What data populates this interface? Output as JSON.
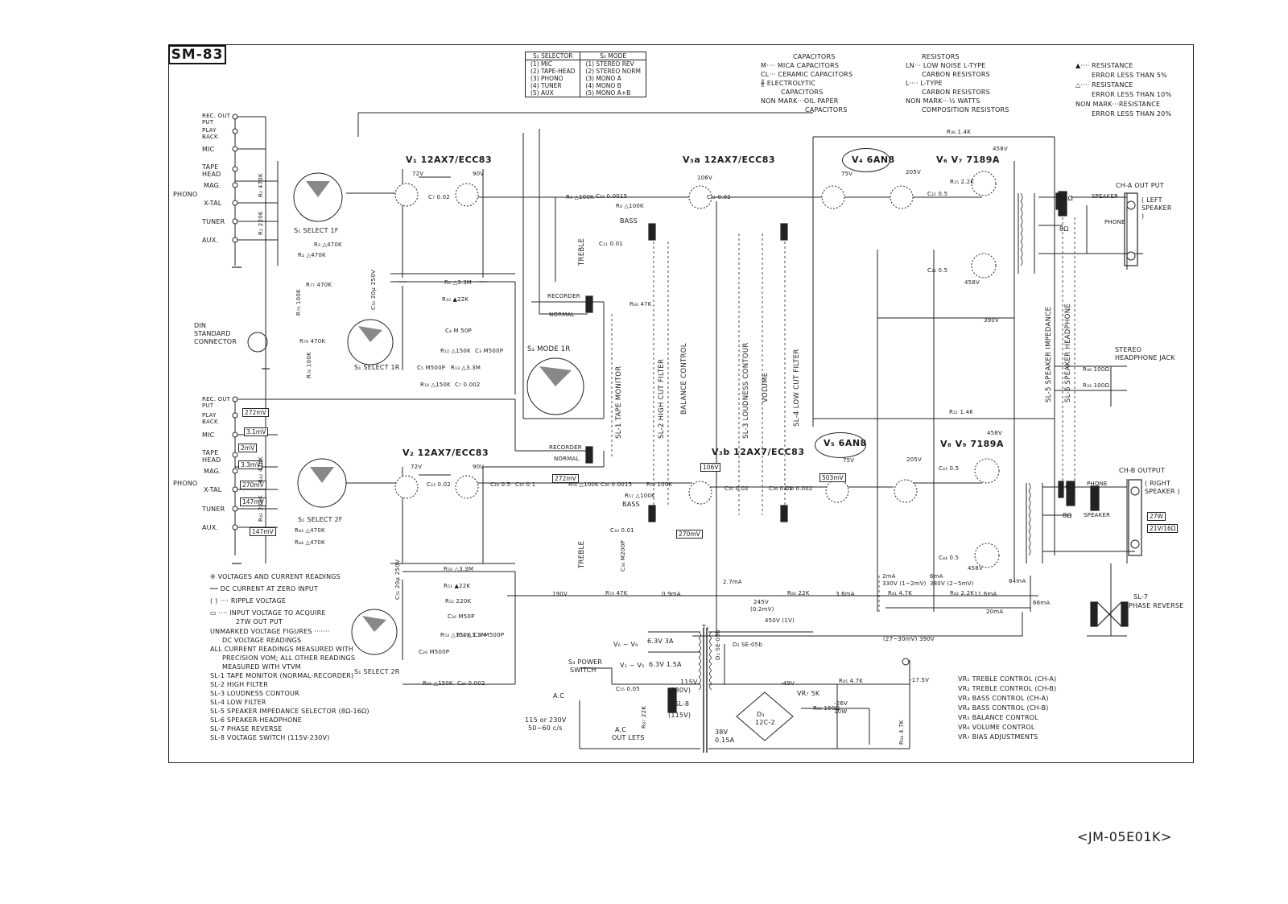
{
  "model": "SM-83",
  "doc_code": "<JM-05E01K>",
  "selector_table": {
    "s1_header": "S₁ SELECTOR",
    "s2_header": "S₂ MODE",
    "s1_items": [
      "(1)  MIC",
      "(2)  TAPE-HEAD",
      "(3)  PHONO",
      "(4)  TUNER",
      "(5)  AUX"
    ],
    "s2_items": [
      "(1)  STEREO  REV",
      "(2)  STEREO  NORM",
      "(3)  MONO  A",
      "(4)  MONO  B",
      "(5)  MONO  A+B"
    ]
  },
  "legend_capacitors": [
    "CAPACITORS",
    "M···· MICA CAPACITORS",
    "CL··· CERAMIC CAPACITORS",
    "ELECTROLYTIC",
    "CAPACITORS",
    "NON MARK···OIL PAPER",
    "CAPACITORS"
  ],
  "legend_resistors": [
    "RESISTORS",
    "LN··· LOW NOISE    L-TYPE",
    "CARBON RESISTORS",
    "L···· L-TYPE",
    "CARBON RESISTORS",
    "NON MARK···½ WATTS",
    "COMPOSITION RESISTORS"
  ],
  "legend_tolerance": [
    "▲···· RESISTANCE",
    "ERROR LESS THAN 5%",
    "△···· RESISTANCE",
    "ERROR LESS THAN 10%",
    "NON MARK···RESISTANCE",
    "ERROR LESS THAN 20%"
  ],
  "inputs_a": [
    "REC. OUT PUT",
    "PLAY BACK",
    "MIC",
    "TAPE HEAD",
    "MAG.",
    "X-TAL",
    "TUNER",
    "AUX."
  ],
  "inputs_b": [
    "REC. OUT PUT",
    "PLAY BACK",
    "MIC",
    "TAPE HEAD",
    "MAG.",
    "X-TAL",
    "TUNER",
    "AUX."
  ],
  "phono": "PHONO",
  "din": [
    "DIN",
    "STANDARD",
    "CONNECTOR"
  ],
  "tubes": {
    "v1": "V₁ 12AX7/ECC83",
    "v2": "V₂ 12AX7/ECC83",
    "v3a": "V₃a 12AX7/ECC83",
    "v3b": "V₃b 12AX7/ECC83",
    "v4": "V₄ 6AN8",
    "v5": "V₅ 6AN8",
    "v67": "V₆ V₇ 7189A",
    "v89": "V₈ V₉ 7189A"
  },
  "switch_labels": {
    "s1_select_1f": "S₁ SELECT 1F",
    "s1_select_1r": "S₁ SELECT 1R",
    "s1_select_2f": "S₁ SELECT 2F",
    "s1_select_2r": "S₁ SELECT 2R",
    "s2_mode_1r": "S₂ MODE 1R",
    "recorder": "RECORDER",
    "normal": "NORMAL",
    "recorder_b": "RECORDER",
    "normal_b": "NORMAL"
  },
  "vertical_labels": [
    "SL-1 TAPE MONITOR",
    "SL-2 HIGH CUT FILTER",
    "BALANCE CONTROL",
    "SL-3 LOUDNESS CONTOUR",
    "VOLUME",
    "SL-4 LOW CUT FILTER",
    "SL-5 SPEAKER IMPEDANCE",
    "SL-6 SPEAKER HEADPHONE"
  ],
  "controls_a": [
    "TREBLE",
    "BASS"
  ],
  "controls_b": [
    "TREBLE",
    "BASS"
  ],
  "outputs": {
    "cha": "CH-A OUT PUT",
    "left": "( LEFT SPEAKER )",
    "chb": "CH-B  OUTPUT",
    "right": "( RIGHT SPEAKER )",
    "speaker_a": "SPEAKER",
    "phone_a": "PHONE",
    "speaker_b": "SPEAKER",
    "phone_b": "PHONE",
    "headphone": [
      "STEREO",
      "HEADPHONE JACK"
    ],
    "ohm16a": "16Ω",
    "ohm8a": "8Ω",
    "ohm16b": "16Ω",
    "ohm8b": "8Ω",
    "watts": "27W",
    "volts": "21V/16Ω",
    "sl7": [
      "SL-7",
      "PHASE REVERSE"
    ]
  },
  "voltages": [
    "72V",
    "90V",
    "106V",
    "75V",
    "205V",
    "458V",
    "458V",
    "390V",
    "72V",
    "90V",
    "106V",
    "75V",
    "205V",
    "458V",
    "458V",
    "190V",
    "245V",
    "(0.2mV)",
    "450V (1V)",
    "(27~30mV) 390V",
    "-17.5V",
    "-49V",
    "-26V",
    "10W"
  ],
  "currents": [
    "2.7mA",
    "0.9mA",
    "3.6mA",
    "2mA",
    "330V (1~2mV)",
    "6mA",
    "380V (2~5mV)",
    "84mA",
    "66mA",
    "11.6mA",
    "20mA"
  ],
  "input_voltages": [
    "272mV",
    "3.1mV",
    "2mV",
    "3.3mV",
    "270mV",
    "147mV",
    "147mV",
    "272mV",
    "270mV",
    "503mV"
  ],
  "resistors_a": [
    "R₃₆ 1.4K",
    "R₁₅ 2.2K",
    "R₂ 470K",
    "R₁ 220K",
    "R₃ △470K",
    "R₄ △470K",
    "R₇₇ 470K",
    "R₆ △3.3M",
    "R₁₀ ▲22K",
    "R₁₂ △150K",
    "R₁₃ △3.3M",
    "R₁₄ △150K",
    "R₇₈ 470K",
    "R₇₉ 100K",
    "R₇₆ 100K",
    "R₉ △100K",
    "R₈ △100K",
    "R₃₀ 47K",
    "R₂₁ 1.4K"
  ],
  "resistors_b": [
    "R₄₂ 470K",
    "R₄₁ 220K",
    "R₄₃ △470K",
    "R₄₄ △470K",
    "R₅₀ △3.3M",
    "R₅₁ ▲22K",
    "R₅₂ 220K",
    "R₅₃ △150K",
    "R₅₄ △3.3M",
    "R₅₅ △150K",
    "R₅₆ △100K",
    "R₅₇ △100K",
    "R₅₈ 100K",
    "R₇₉ 47K",
    "R₈₀ 22K",
    "R₈₁ 4.7K",
    "R₈₂ 2.2K",
    "R₈₅ 4.7K",
    "R₈₆ 150Ω",
    "R₈₄ 4.7K",
    "R₃₈ 100Ω",
    "R₃₃ 100Ω"
  ],
  "capacitors": [
    "C₇ 0.02",
    "C₁₀ 0.0015",
    "C₁₁ 0.01",
    "C₁₂ 0.02",
    "C₃ M500P",
    "C₄ M 50P",
    "C₅ M500P",
    "C₇ 0.002",
    "C₅₀ 20μ 250V",
    "C₂₁ 0.5",
    "C₂₂ 0.5",
    "C₂₃ 0.02",
    "C₂₄ 0.5",
    "C₂₅ 0.1",
    "C₂₆ M50P",
    "C₂₇ M500P",
    "C₂₈ M500P",
    "C₂₉ 0.002",
    "C₃₀ 0.0015",
    "C₃₃ 0.01",
    "C₃₄ M200P",
    "C₃₅ 0.02",
    "C₃₈ 0.01",
    "C₃₉ 0.002",
    "C₄₃ 0.5",
    "C₄₄ 0.5",
    "C₅₁ 20μ 250V"
  ],
  "notes": [
    "※ VOLTAGES AND CURRENT READINGS",
    "┅┅ DC CURRENT AT ZERO INPUT",
    "( ) ···· RIPPLE VOLTAGE",
    "▭ ···· INPUT VOLTAGE TO ACQUIRE",
    "27W OUT PUT",
    "UNMARKED VOLTAGE FIGURES ·······",
    "DC VOLTAGE READINGS",
    "ALL CURRENT READINGS MEASURED WITH",
    "PRECISION VOM; ALL OTHER READINGS",
    "MEASURED WITH VTVM"
  ],
  "sl_list": [
    "SL-1  TAPE MONITOR (NORMAL-RECORDER)",
    "SL-2  HIGH FILTER",
    "SL-3  LOUDNESS CONTOUR",
    "SL-4  LOW FILTER",
    "SL-5  SPEAKER IMPEDANCE SELECTOR (8Ω-16Ω)",
    "SL-6  SPEAKER-HEADPHONE",
    "SL-7  PHASE REVERSE",
    "SL-8  VOLTAGE SWITCH (115V-230V)"
  ],
  "vr_list": [
    "VR₁  TREBLE CONTROL (CH-A)",
    "VR₂  TREBLE CONTROL (CH-B)",
    "VR₃  BASS CONTROL  (CH-A)",
    "VR₄  BASS CONTROL  (CH-B)",
    "VR₅  BALANCE CONTROL",
    "VR₆  VOLUME CONTROL",
    "VR₇  BIAS ADJUSTMENTS"
  ],
  "power": {
    "switch": [
      "S₃ POWER",
      "SWITCH"
    ],
    "ac": "A.C",
    "mains": [
      "115 or 230V",
      "50~60 c/s"
    ],
    "outlets": [
      "A.C",
      "OUT LETS"
    ],
    "heater1": "6.3V 3A",
    "heater2": "6.3V 1.5A",
    "heater_tubes1": "V₆ ~ V₉",
    "heater_tubes2": "V₁ ~ V₅",
    "t3": "T₃",
    "v115": "115V",
    "v230": "(230V)",
    "sl8": "SL-8",
    "v115b": "(115V)",
    "v38": [
      "38V",
      "0.15A"
    ],
    "rect1": "D₁ SE-05b",
    "rect2": "D₂ SE-05b",
    "bridge": [
      "D₃",
      "12C-2"
    ],
    "vr7": "VR₇ 5K",
    "c555": "C₅₅ 0.05",
    "r87": "R₈₇ 22K"
  }
}
